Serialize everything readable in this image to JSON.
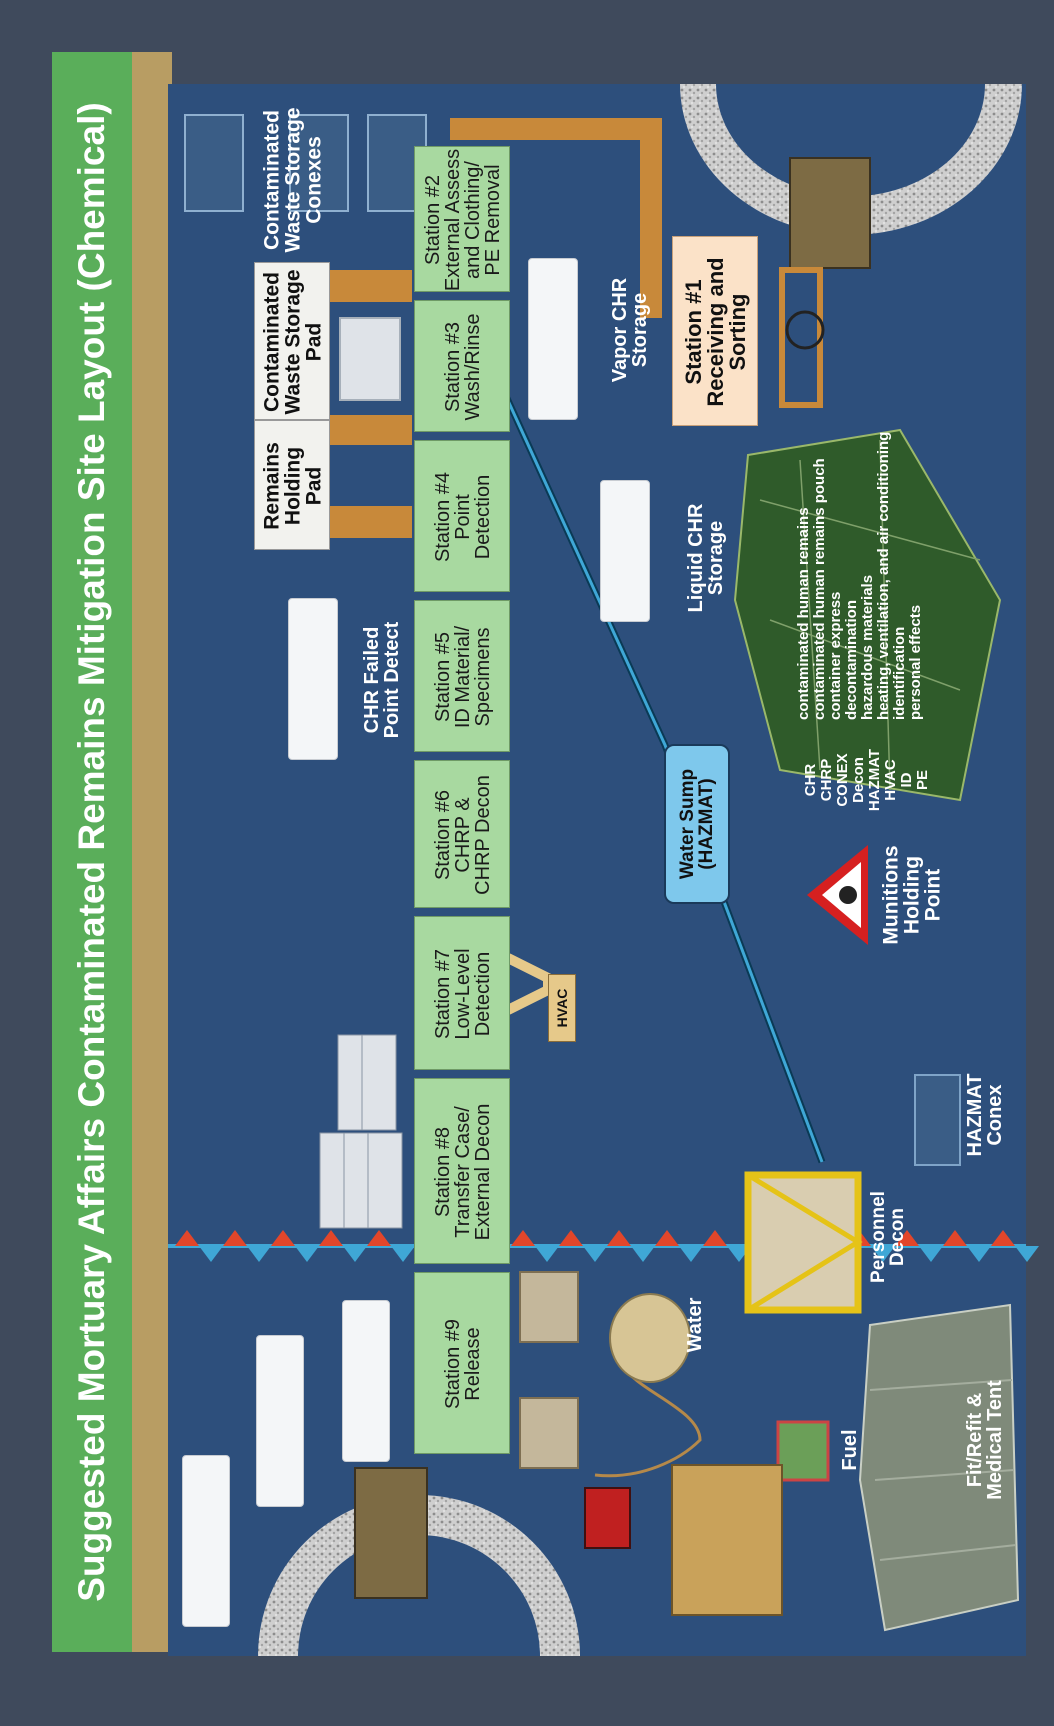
{
  "title": "Suggested Mortuary Affairs Contaminated Remains Mitigation Site Layout (Chemical)",
  "stations": [
    {
      "id": "9",
      "lines": [
        "Station #9",
        "Release"
      ]
    },
    {
      "id": "8",
      "lines": [
        "Station #8",
        "Transfer Case/",
        "External Decon"
      ]
    },
    {
      "id": "7",
      "lines": [
        "Station #7",
        "Low-Level",
        "Detection"
      ]
    },
    {
      "id": "6",
      "lines": [
        "Station #6",
        "CHRP &",
        "CHRP Decon"
      ]
    },
    {
      "id": "5",
      "lines": [
        "Station #5",
        "ID Material/",
        "Specimens"
      ]
    },
    {
      "id": "4",
      "lines": [
        "Station #4",
        "Point",
        "Detection"
      ]
    },
    {
      "id": "3",
      "lines": [
        "Station #3",
        "Wash/Rinse"
      ]
    },
    {
      "id": "2",
      "lines": [
        "Station #2",
        "External Assess",
        "and Clothing/",
        "PE Removal"
      ]
    }
  ],
  "station1": [
    "Station #1",
    "Receiving and",
    "Sorting"
  ],
  "pads": {
    "remains_holding": [
      "Remains",
      "Holding",
      "Pad"
    ],
    "waste_storage_pad": [
      "Contaminated",
      "Waste Storage",
      "Pad"
    ],
    "waste_conexes": [
      "Contaminated",
      "Waste Storage",
      "Conexes"
    ]
  },
  "labels": {
    "chr_failed": [
      "CHR Failed",
      "Point Detect"
    ],
    "vapor_chr": [
      "Vapor CHR",
      "Storage"
    ],
    "liquid_chr": [
      "Liquid CHR",
      "Storage"
    ],
    "water_sump": [
      "Water Sump",
      "(HAZMAT)"
    ],
    "munitions": [
      "Munitions",
      "Holding",
      "Point"
    ],
    "hvac": "HVAC",
    "hazmat_conex": [
      "HAZMAT",
      "Conex"
    ],
    "personnel_decon": [
      "Personnel",
      "Decon"
    ],
    "water": "Water",
    "fuel": "Fuel",
    "fit_refit": [
      "Fit/Refit &",
      "Medical Tent"
    ]
  },
  "legend": [
    {
      "abbr": "CHR",
      "meaning": "contaminated human remains"
    },
    {
      "abbr": "CHRP",
      "meaning": "contaminated human remains pouch"
    },
    {
      "abbr": "CONEX",
      "meaning": "container express"
    },
    {
      "abbr": "Decon",
      "meaning": "decontamination"
    },
    {
      "abbr": "HAZMAT",
      "meaning": "hazardous materials"
    },
    {
      "abbr": "HVAC",
      "meaning": "heating, ventilation, and air conditioning"
    },
    {
      "abbr": "ID",
      "meaning": "identification"
    },
    {
      "abbr": "PE",
      "meaning": "personal effects"
    }
  ],
  "colors": {
    "background": "#3f4a5c",
    "panel": "#2d4f7c",
    "banner": "#5aae5a",
    "banner_fold": "#b89d63",
    "station": "#a8d9a0",
    "station1": "#fbe2c8",
    "water_sump": "#7ec8ec",
    "barrier": "#c8893a",
    "fence_red": "#e2462a",
    "fence_blue": "#3fa7d6",
    "tent": "#2f5b2a"
  }
}
